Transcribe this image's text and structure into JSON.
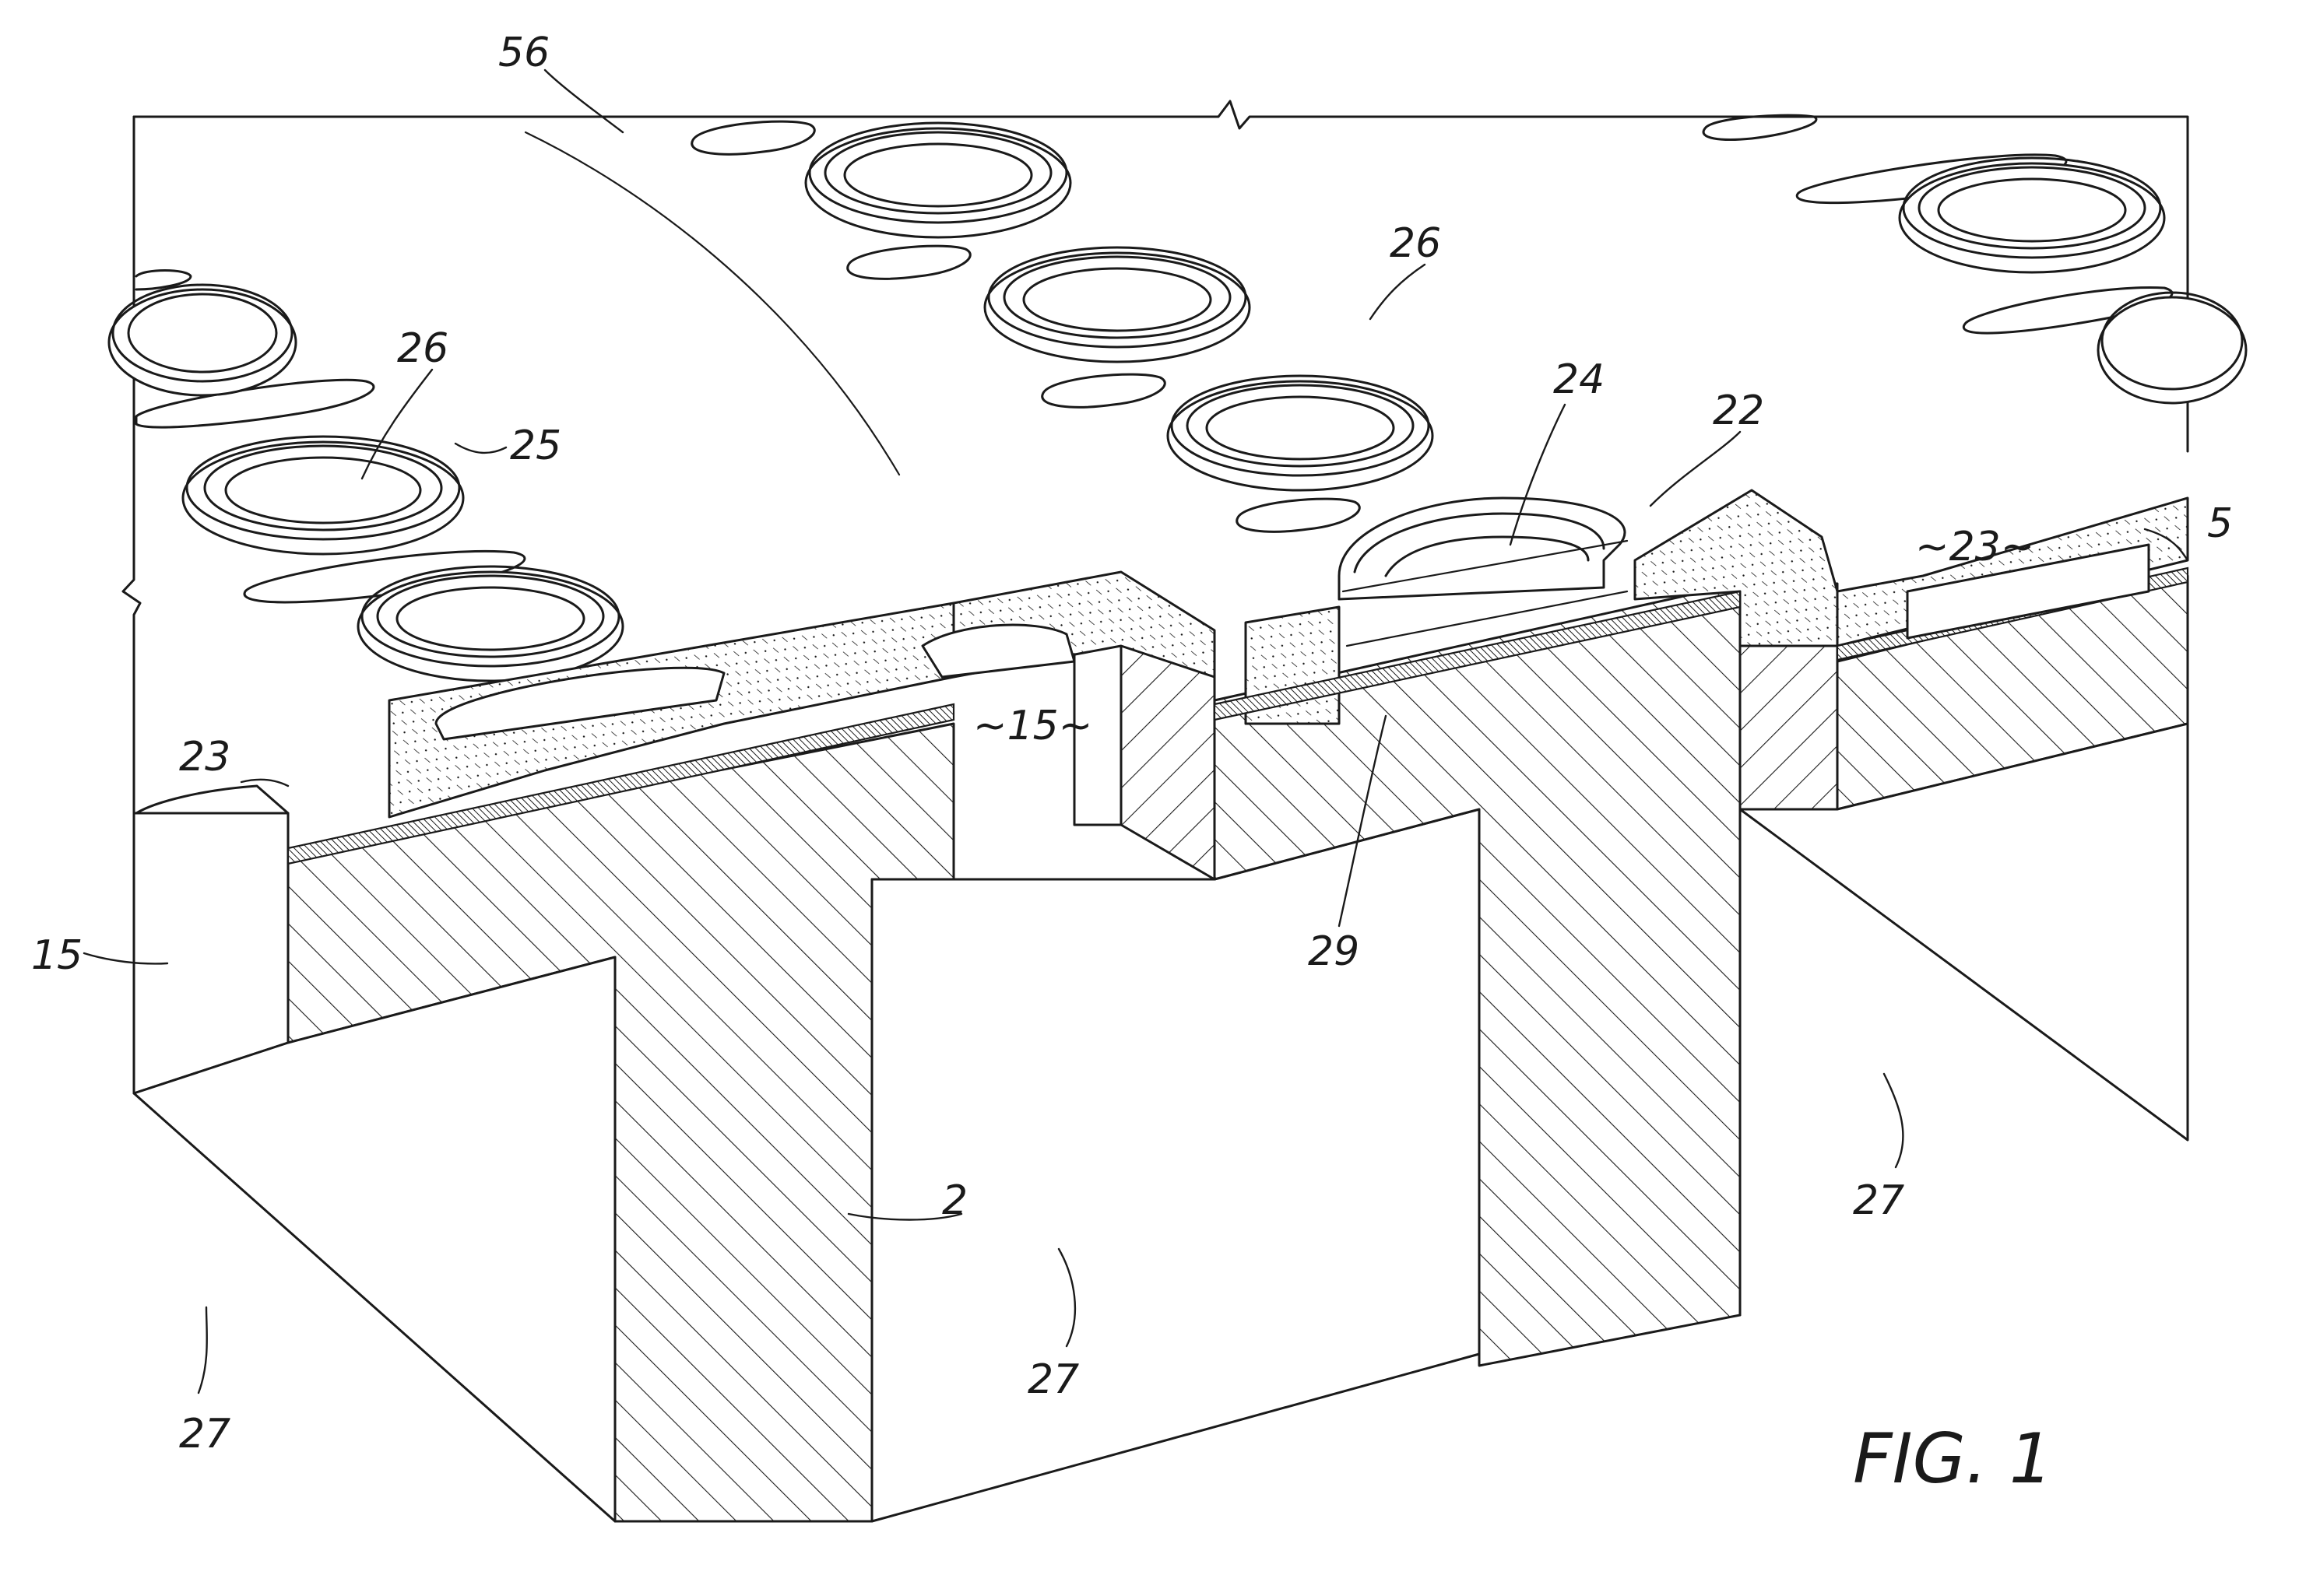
{
  "figure": {
    "caption": "FIG. 1"
  },
  "labels": {
    "ref_56": "56",
    "ref_26_left": "26",
    "ref_26_right": "26",
    "ref_25": "25",
    "ref_24": "24",
    "ref_22": "22",
    "ref_5": "5",
    "ref_23_left": "23",
    "ref_23_right": "~23~",
    "ref_15_left": "15",
    "ref_15_center": "~15~",
    "ref_29": "29",
    "ref_2": "2",
    "ref_27_a": "27",
    "ref_27_b": "27",
    "ref_27_c": "27"
  },
  "colors": {
    "line": "#1a1a1a",
    "background": "#ffffff"
  }
}
